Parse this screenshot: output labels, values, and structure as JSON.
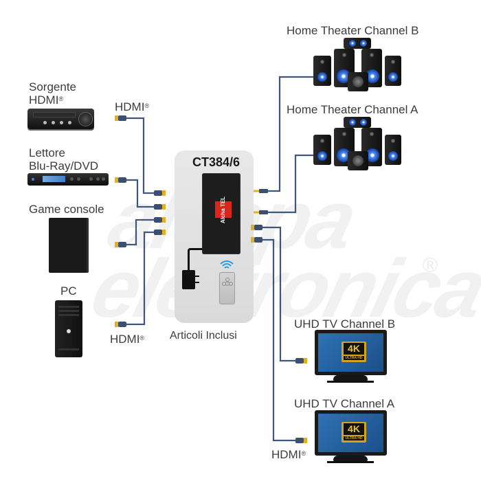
{
  "diagram": {
    "device_model": "CT384/6",
    "included_items_label": "Articoli Inclusi",
    "brand_logo_text": "Alcha TEL",
    "watermark_text": "alcapa elettronica",
    "watermark_symbol": "®"
  },
  "sources": [
    {
      "label_line1": "Sorgente",
      "label_line2": "HDMI",
      "registered": "®",
      "icon": "av-receiver-icon"
    },
    {
      "label_line1": "Lettore",
      "label_line2": "Blu-Ray/DVD",
      "icon": "bluray-player-icon"
    },
    {
      "label_line1": "Game console",
      "icon": "game-console-icon"
    },
    {
      "label_line1": "PC",
      "icon": "pc-tower-icon"
    }
  ],
  "cable_labels": {
    "hdmi_top": "HDMI",
    "hdmi_bottom_left": "HDMI",
    "hdmi_bottom_right": "HDMI",
    "registered": "®"
  },
  "outputs": [
    {
      "label": "Home Theater Channel B",
      "icon": "home-theater-speakers-icon",
      "connector": "audio-jack"
    },
    {
      "label": "Home Theater Channel A",
      "icon": "home-theater-speakers-icon",
      "connector": "audio-jack"
    },
    {
      "label": "UHD TV  Channel B",
      "icon": "uhd-tv-icon",
      "connector": "hdmi",
      "badge_top": "4K",
      "badge_bottom": "ULTRA HD"
    },
    {
      "label": "UHD TV  Channel A",
      "icon": "uhd-tv-icon",
      "connector": "hdmi",
      "badge_top": "4K",
      "badge_bottom": "ULTRA HD"
    }
  ],
  "colors": {
    "cable": "#3e5778",
    "connector_gold": "#e2b21c",
    "connector_body": "#3b5070",
    "panel_bg": "#e2e2e2",
    "brand_red": "#d8261c",
    "speaker_blue": "#3f7fe0",
    "tv_screen": "#2e72b5"
  }
}
